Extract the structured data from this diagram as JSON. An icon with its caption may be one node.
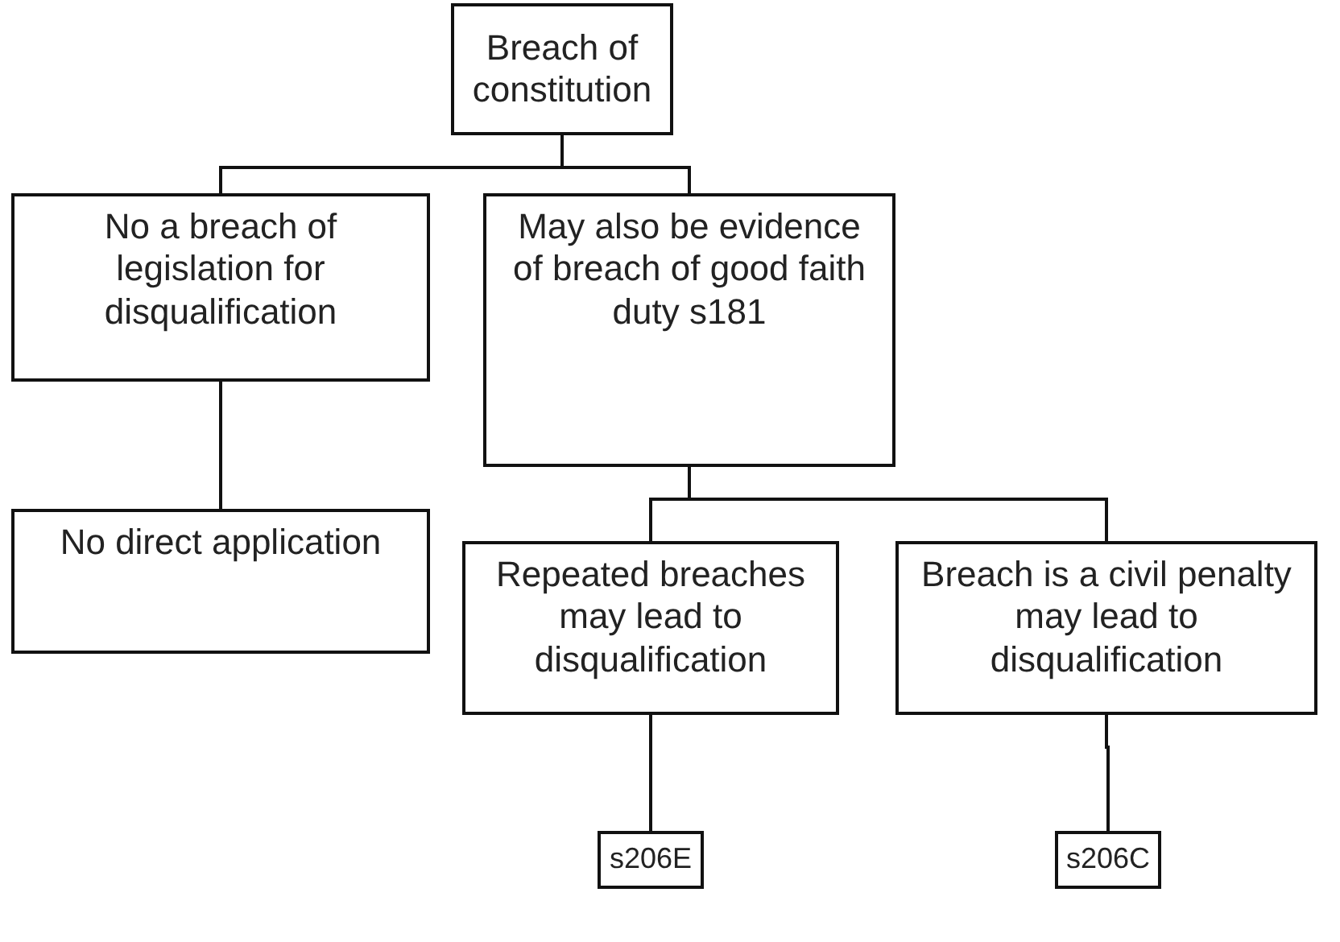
{
  "diagram": {
    "nodes": [
      {
        "text": [
          "Breach of constitution"
        ]
      },
      {
        "text": [
          "No a breach of legislation for disqualification"
        ]
      },
      {
        "text": [
          "May also be evidence of breach of good faith duty s181"
        ]
      },
      {
        "text": [
          "No direct application"
        ]
      },
      {
        "text": [
          "Repeated breaches may lead to disqualification"
        ]
      },
      {
        "text": [
          "Breach is a civil penalty may lead to disqualification"
        ]
      },
      {
        "text": [
          "s206E"
        ]
      },
      {
        "text": [
          "s206C"
        ]
      }
    ],
    "edges": [
      {
        "from": 0,
        "to": 1,
        "arrow": "none"
      },
      {
        "from": 0,
        "to": 2,
        "arrow": "none"
      },
      {
        "from": 1,
        "to": 3,
        "arrow": "none"
      },
      {
        "from": 2,
        "to": 4,
        "arrow": "none"
      },
      {
        "from": 2,
        "to": 5,
        "arrow": "none"
      },
      {
        "from": 4,
        "to": 6,
        "arrow": "none"
      },
      {
        "from": 5,
        "to": 7,
        "arrow": "none"
      }
    ]
  }
}
